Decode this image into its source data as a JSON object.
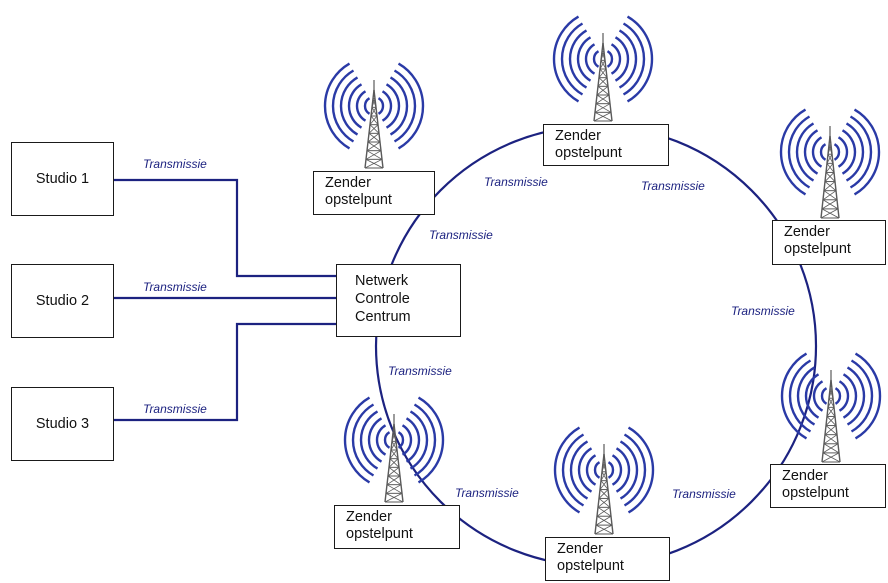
{
  "studios": [
    {
      "label": "Studio 1"
    },
    {
      "label": "Studio 2"
    },
    {
      "label": "Studio 3"
    }
  ],
  "center": {
    "lines": [
      "Netwerk",
      "Controle",
      "Centrum"
    ]
  },
  "zender": {
    "line1": "Zender",
    "line2": "opstelpunt"
  },
  "transmission_label": "Transmissie",
  "colors": {
    "link": "#1c2280",
    "box_border": "#1a1a1a",
    "signal_waves": "#2a3aa6",
    "tower": "#5a5a5a"
  },
  "icons": [
    "antenna-tower-icon",
    "radio-waves-icon"
  ]
}
